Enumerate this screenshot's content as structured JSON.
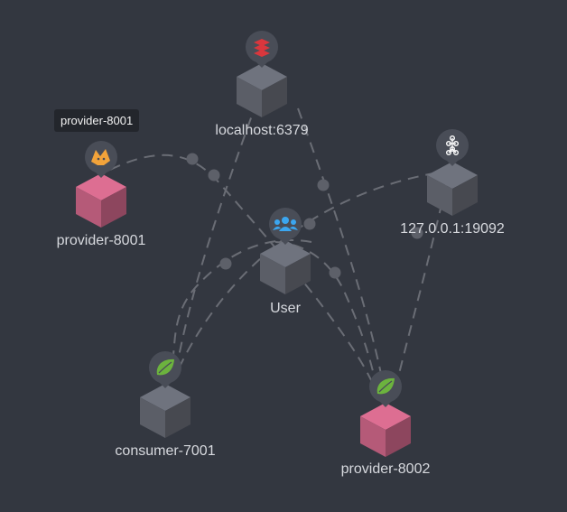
{
  "colors": {
    "background": "#333740",
    "edge": "#6a6d75",
    "cube_gray": "#5b5e67",
    "cube_pink": "#b55a78",
    "icon_circle": "#494d57",
    "redis": "#d9373d",
    "tomcat": "#f2a33a",
    "spring": "#6cb33e",
    "user": "#3ba6f0",
    "kafka": "#ffffff"
  },
  "tooltip": {
    "text": "provider-8001"
  },
  "nodes": [
    {
      "id": "localhost-6379",
      "label": "localhost:6379",
      "icon": "redis-icon",
      "cube": "gray"
    },
    {
      "id": "provider-8001",
      "label": "provider-8001",
      "icon": "tomcat-icon",
      "cube": "pink"
    },
    {
      "id": "kafka-19092",
      "label": "127.0.0.1:19092",
      "icon": "kafka-icon",
      "cube": "gray"
    },
    {
      "id": "user",
      "label": "User",
      "icon": "user-group-icon",
      "cube": "gray"
    },
    {
      "id": "consumer-7001",
      "label": "consumer-7001",
      "icon": "spring-leaf-icon",
      "cube": "gray"
    },
    {
      "id": "provider-8002",
      "label": "provider-8002",
      "icon": "spring-leaf-icon",
      "cube": "pink"
    }
  ],
  "edges": [
    {
      "from": "provider-8001",
      "to": "provider-8002"
    },
    {
      "from": "user",
      "to": "consumer-7001"
    },
    {
      "from": "user",
      "to": "provider-8002"
    },
    {
      "from": "consumer-7001",
      "to": "localhost-6379"
    },
    {
      "from": "consumer-7001",
      "to": "kafka-19092"
    },
    {
      "from": "localhost-6379",
      "to": "provider-8002"
    },
    {
      "from": "provider-8002",
      "to": "kafka-19092"
    }
  ]
}
